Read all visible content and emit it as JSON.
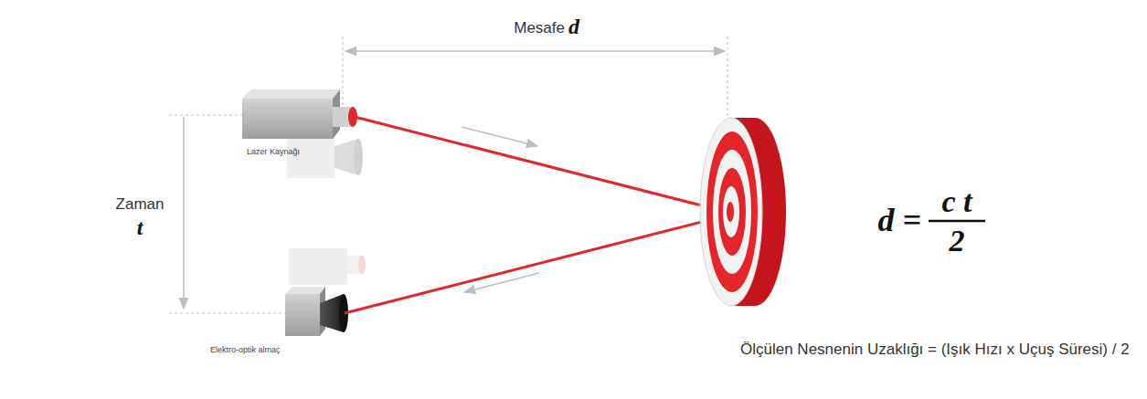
{
  "diagram": {
    "nodes": [
      {
        "text": [
          "Lazer Kaynağı"
        ]
      },
      {
        "text": [
          "Elektro-optik almaç"
        ]
      }
    ],
    "labels": [
      "Mesafe",
      "d",
      "Zaman",
      "t",
      "d =",
      "c t",
      "2",
      "Ölçülen Nesnenin Uzaklığı = (Işık Hızı x Uçuş Süresi) / 2"
    ]
  }
}
